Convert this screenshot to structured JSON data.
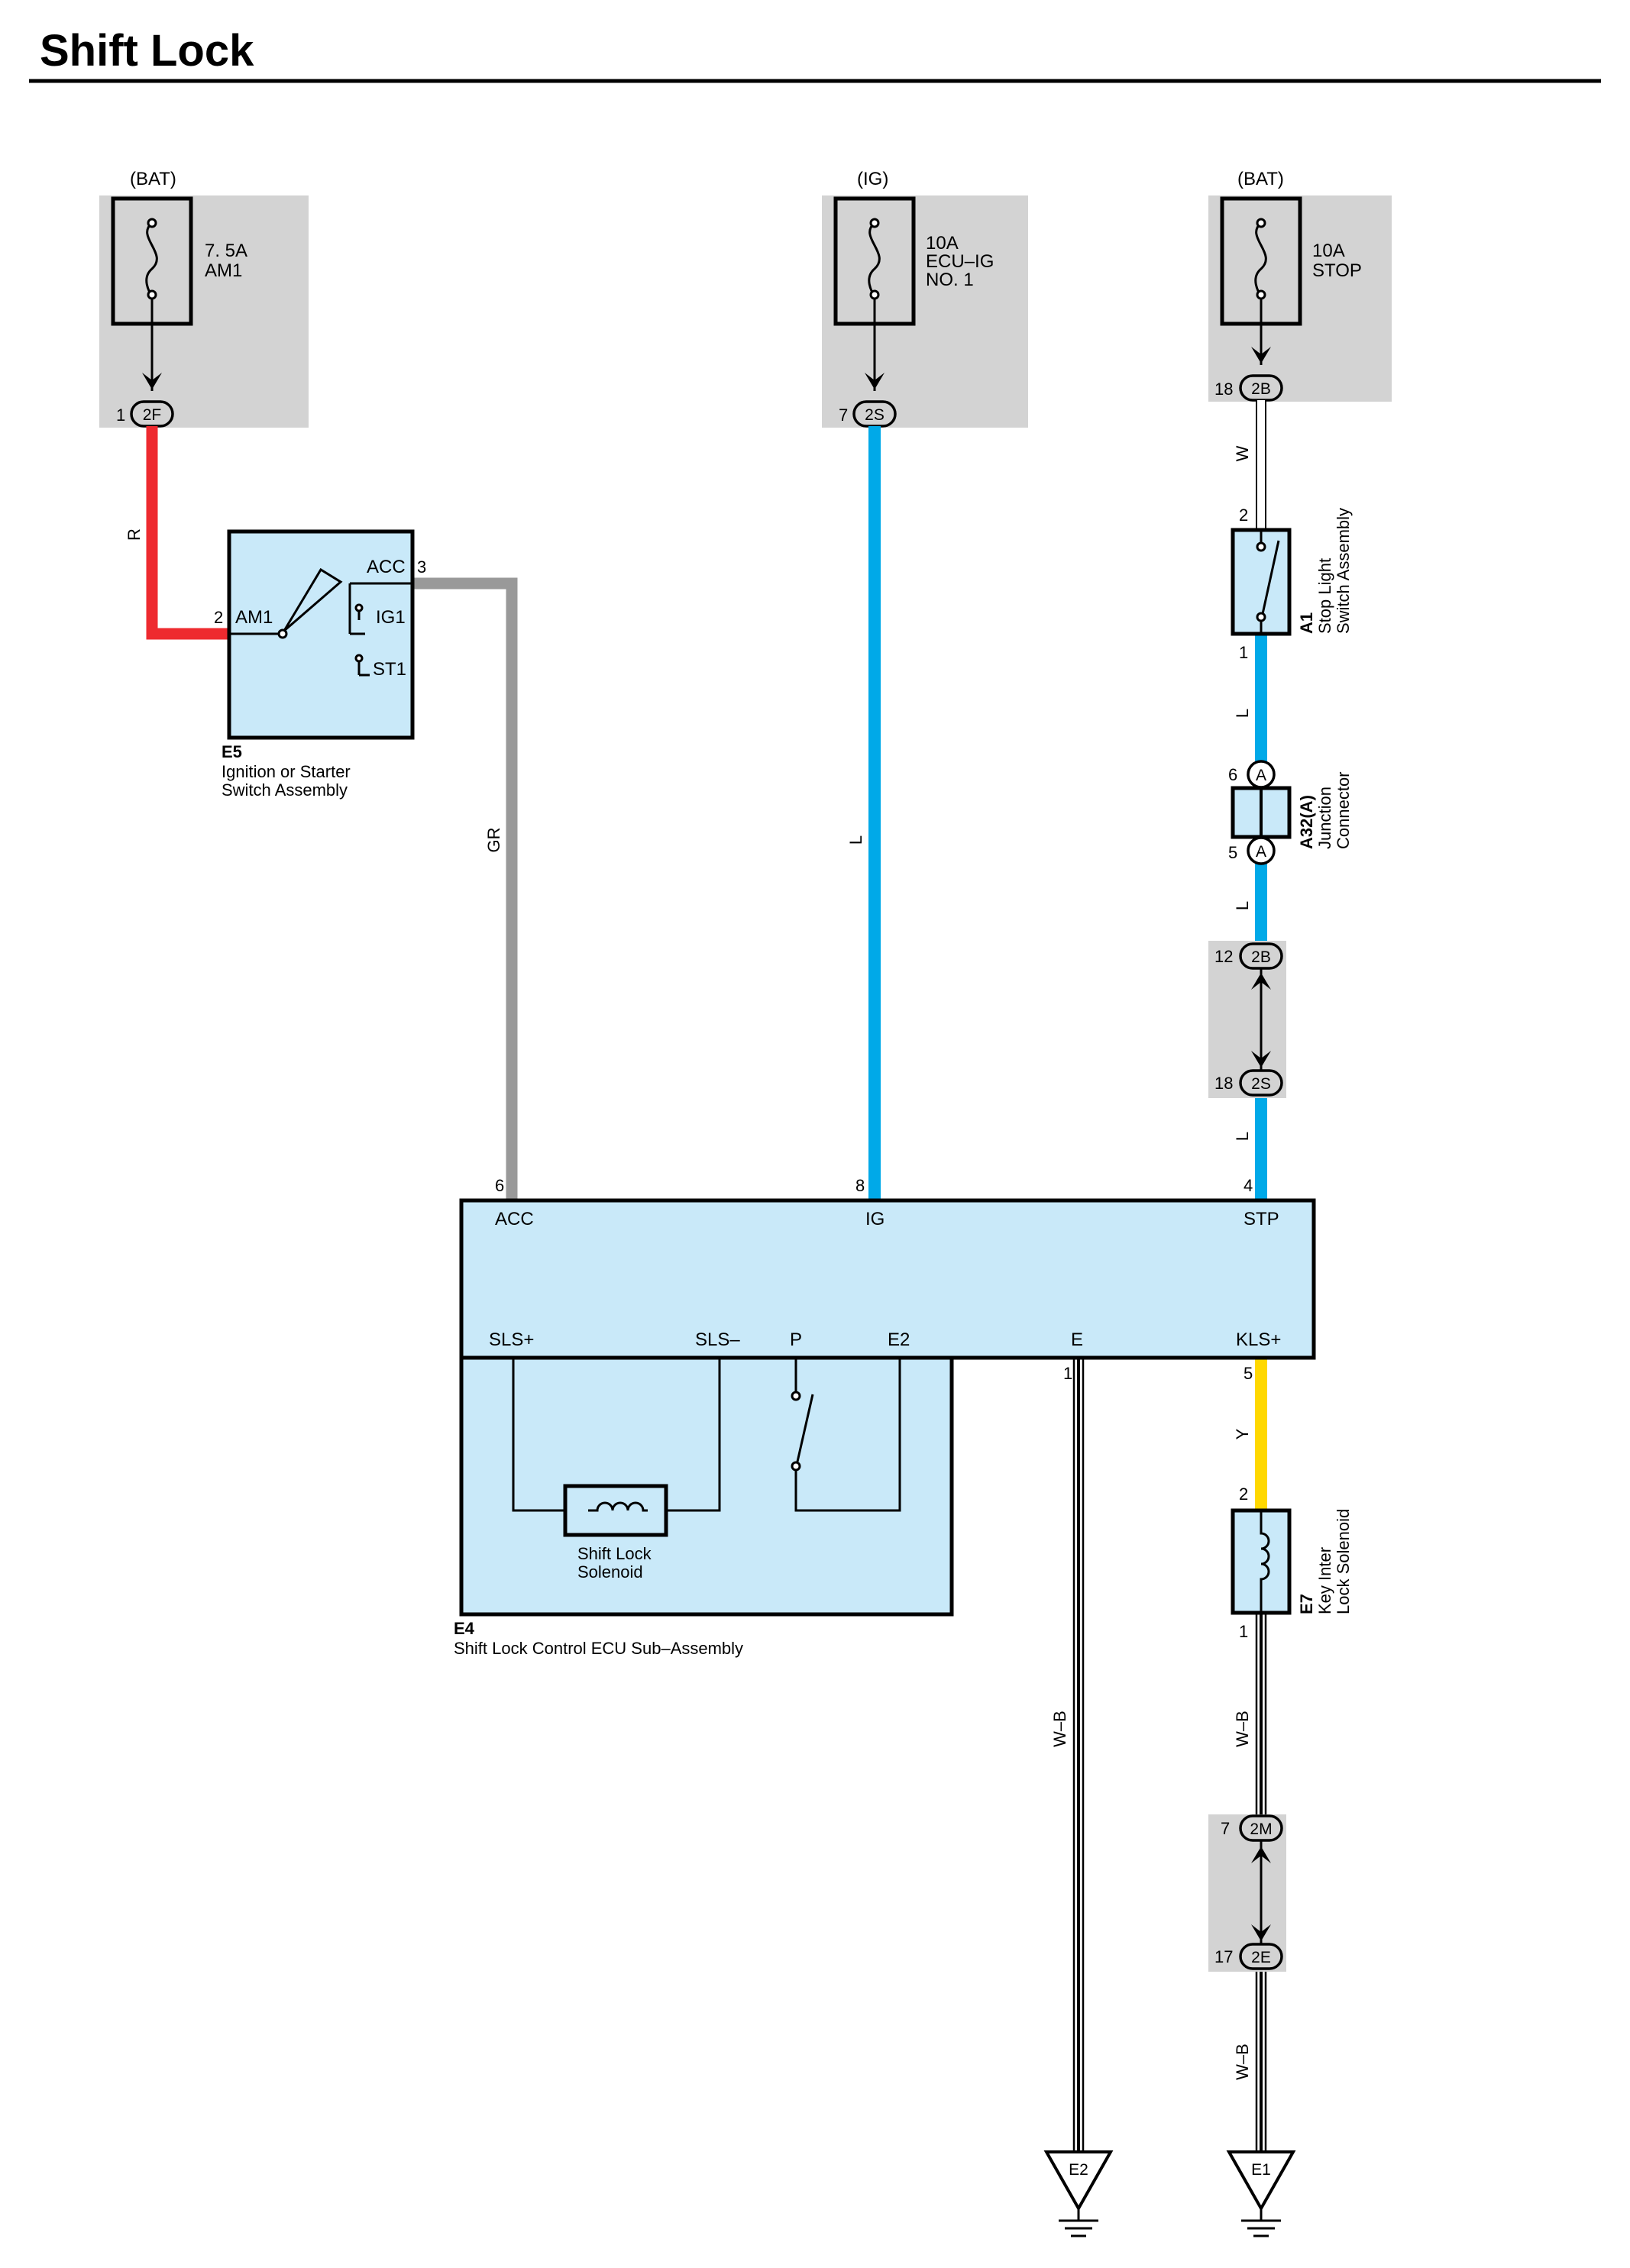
{
  "title": "Shift Lock",
  "fuses": [
    {
      "source": "(BAT)",
      "rating": "7. 5A",
      "name_lines": [
        "AM1"
      ],
      "pin": "1",
      "conn": "2F"
    },
    {
      "source": "(IG)",
      "rating": "10A",
      "name_lines": [
        "ECU–IG",
        "NO. 1"
      ],
      "pin": "7",
      "conn": "2S"
    },
    {
      "source": "(BAT)",
      "rating": "10A",
      "name_lines": [
        "STOP"
      ],
      "pin": "18",
      "conn": "2B"
    }
  ],
  "components": {
    "ignition_switch": {
      "id": "E5",
      "name_lines": [
        "Ignition or Starter",
        "Switch Assembly"
      ],
      "pins": {
        "am1": "AM1",
        "acc": "ACC",
        "ig1": "IG1",
        "st1": "ST1"
      },
      "pin_am1": "2",
      "pin_acc": "3"
    },
    "stop_light_switch": {
      "id": "A1",
      "name_lines": [
        "Stop Light",
        "Switch Assembly"
      ],
      "pin_top": "2",
      "pin_bottom": "1"
    },
    "junction_connector": {
      "id": "A32(A)",
      "name_lines": [
        "Junction",
        "Connector"
      ],
      "pin_top": "6",
      "pin_bottom": "5",
      "conn": "A"
    },
    "ecu": {
      "id": "E4",
      "name": "Shift Lock Control ECU Sub–Assembly",
      "pins_top": [
        "ACC",
        "IG",
        "STP"
      ],
      "pins_top_num": [
        "6",
        "8",
        "4"
      ],
      "pins_bottom": [
        "SLS+",
        "SLS–",
        "P",
        "E2",
        "E",
        "KLS+"
      ],
      "pins_bottom_num": [
        "1",
        "5"
      ],
      "solenoid_lines": [
        "Shift Lock",
        "Solenoid"
      ]
    },
    "key_interlock": {
      "id": "E7",
      "name_lines": [
        "Key Inter",
        "Lock Solenoid"
      ],
      "pin_top": "2",
      "pin_bottom": "1"
    }
  },
  "junctions": [
    {
      "pin_top": "12",
      "conn_top": "2B",
      "pin_bottom": "18",
      "conn_bottom": "2S"
    },
    {
      "pin_top": "7",
      "conn_top": "2M",
      "pin_bottom": "17",
      "conn_bottom": "2E"
    }
  ],
  "wires": {
    "red": "R",
    "gray": "GR",
    "blue_ig": "L",
    "white": "W",
    "blue_1": "L",
    "blue_2": "L",
    "blue_3": "L",
    "yellow": "Y",
    "wb_left": "W–B",
    "wb_right_1": "W–B",
    "wb_right_2": "W–B"
  },
  "grounds": [
    "E2",
    "E1"
  ],
  "colors": {
    "red": "#ee2a2f",
    "gray": "#999999",
    "blue": "#00a9e8",
    "yellow": "#ffd800",
    "component_fill": "#c9e9f9",
    "fuse_box": "#d3d3d3"
  }
}
